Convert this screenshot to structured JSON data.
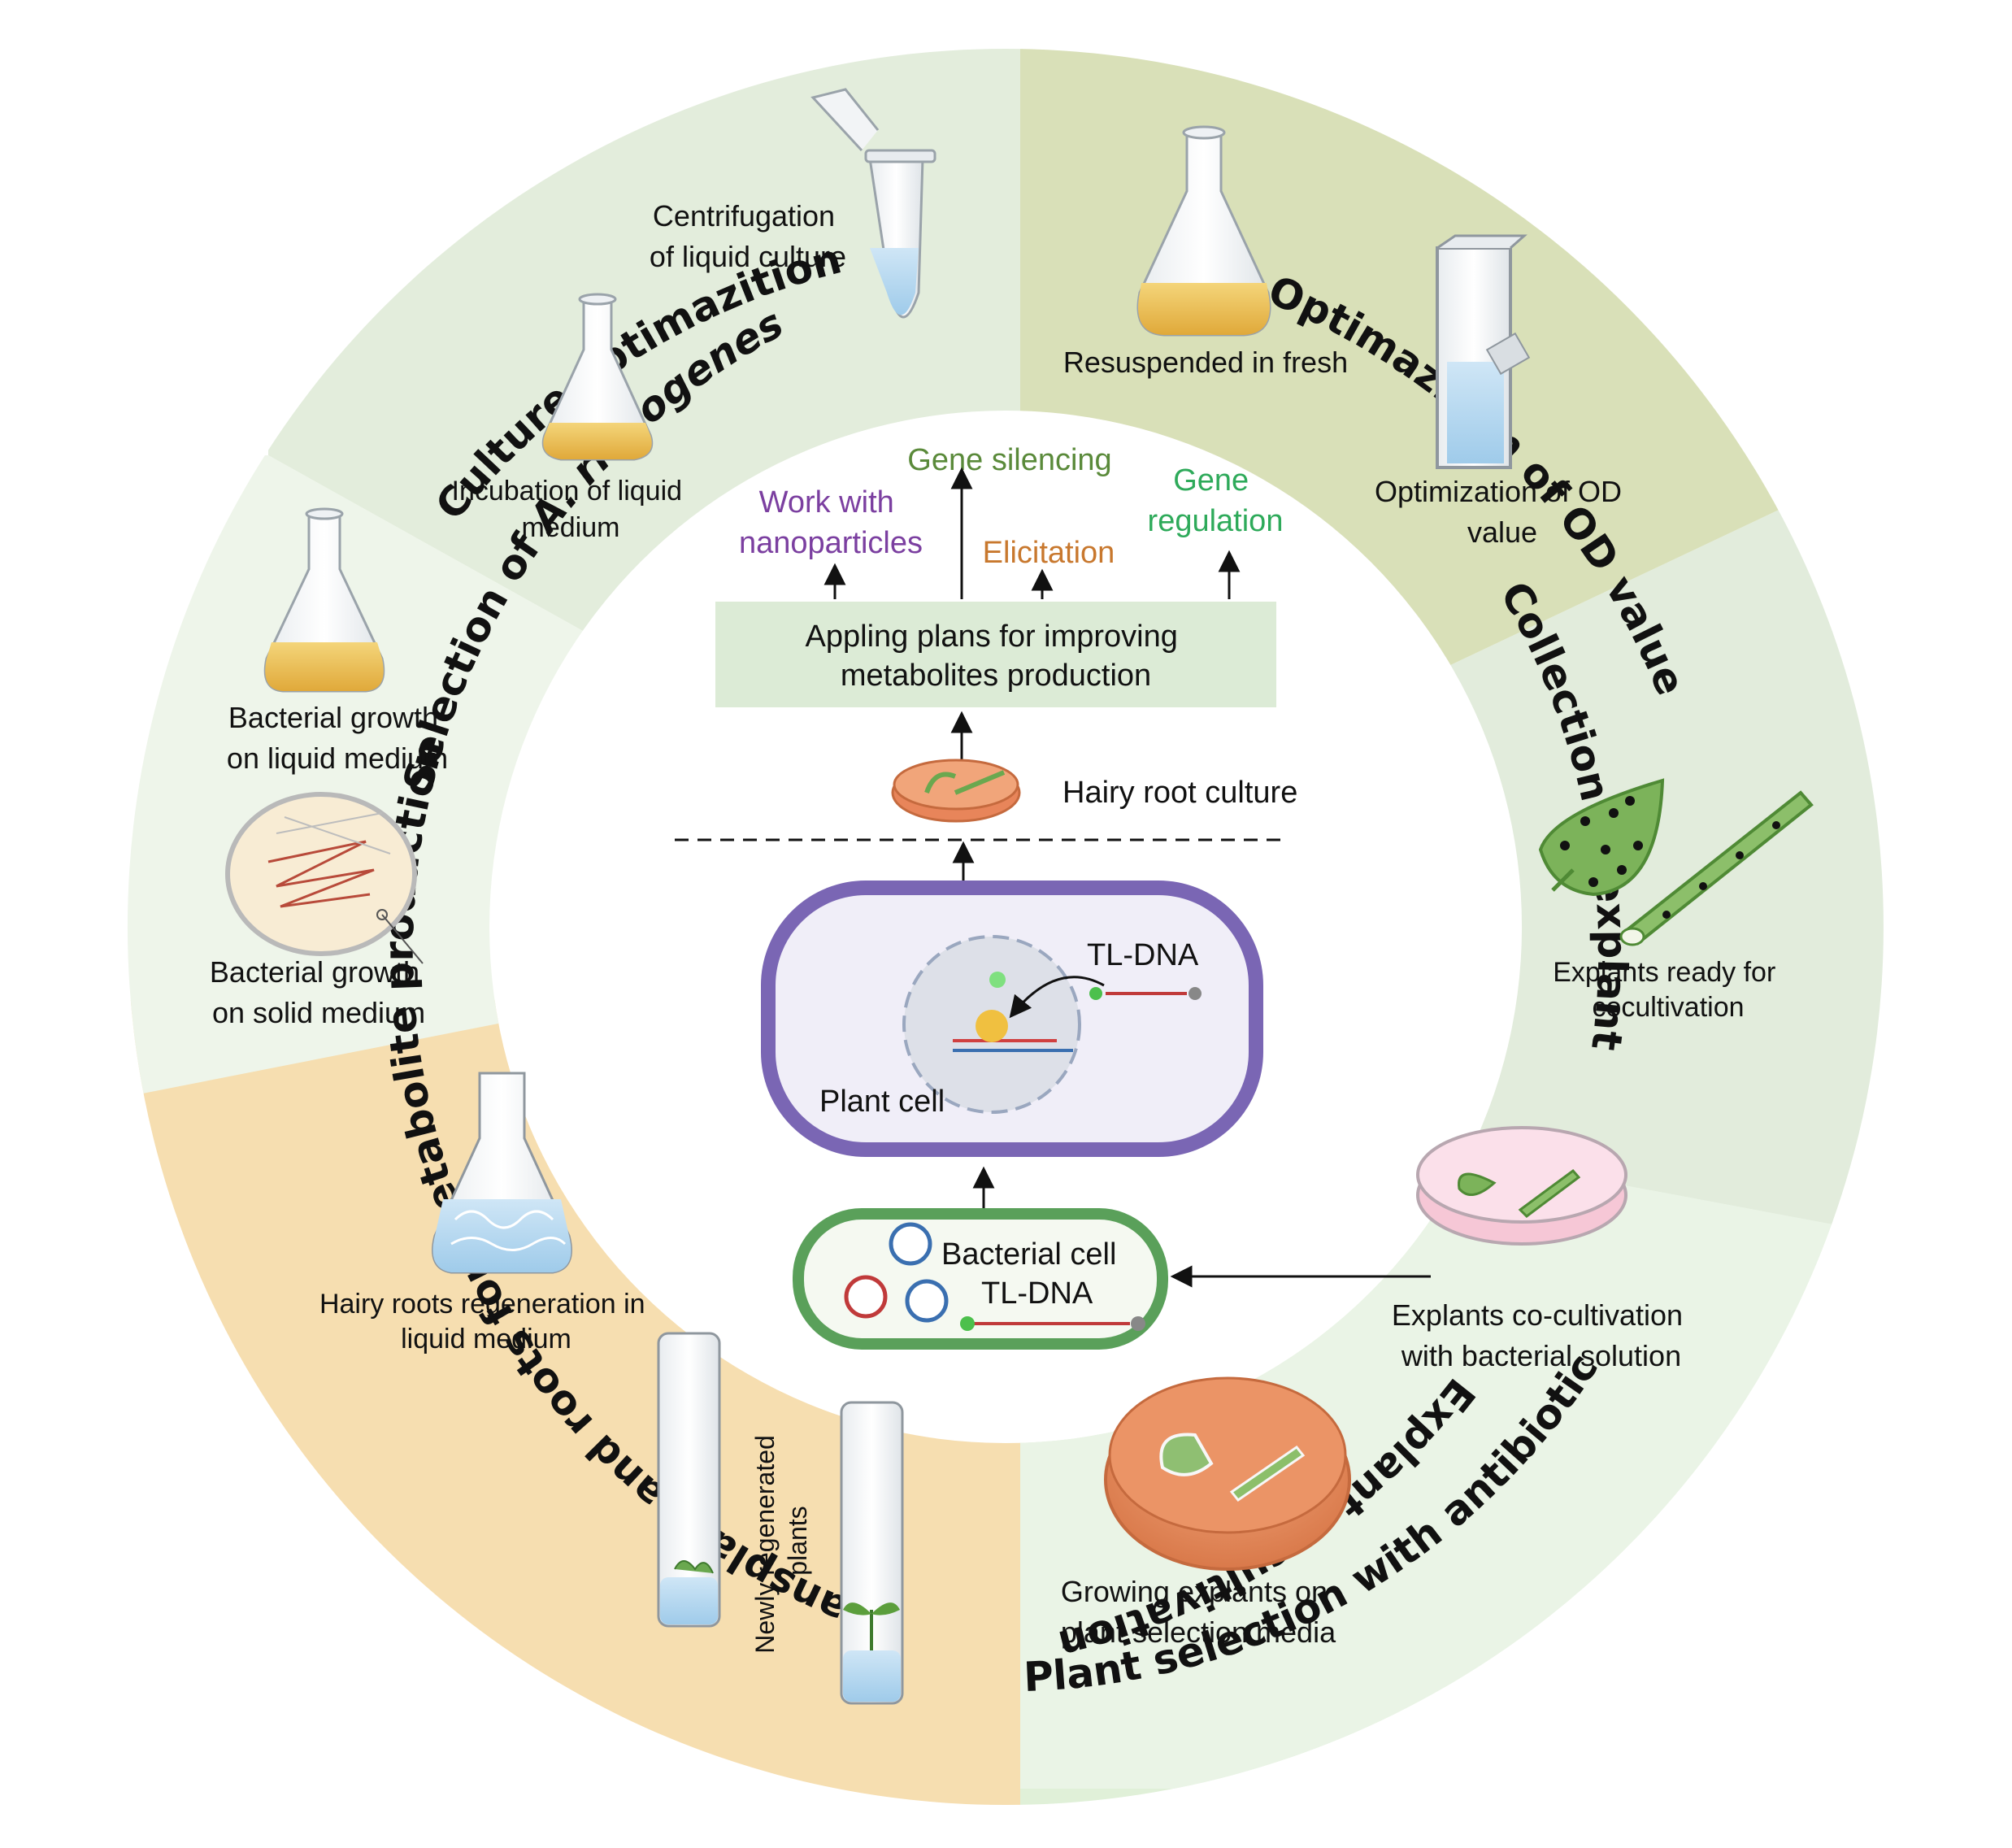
{
  "colors": {
    "ring_culture_opt": "#e3eddc",
    "ring_od": "#d9e0b8",
    "ring_collection": "#e2ecdc",
    "ring_cocult": "#eaf4e6",
    "ring_plant_sel": "#e0f0d8",
    "ring_transplant": "#f6deb0",
    "ring_selection": "#eef5ea",
    "work_nano": "#7b3fa0",
    "gene_silencing": "#5a8a3a",
    "elicitation": "#c8782e",
    "gene_regulation": "#2eaa5a",
    "plant_cell_border": "#7a66b4",
    "bacterial_border": "#5aa05a",
    "plan_box": "#dcebd6"
  },
  "sections": {
    "culture_optimization": {
      "title": "Culture optimazition",
      "icon": "flask-icon"
    },
    "od_optimization": {
      "title": "Optimazition of OD value",
      "icon": "cuvette-icon"
    },
    "collection": {
      "title": "Collection of explant",
      "icon": "leaf-icon"
    },
    "cocultivation": {
      "title": "Explant cocultivation",
      "icon": "petri-dish-icon"
    },
    "plant_selection": {
      "title": "Plant selection with antibiotic",
      "icon": "petri-dish-icon"
    },
    "transplant": {
      "title": "Transplant and roots for metabolite production",
      "icon": "test-tube-icon"
    },
    "selection": {
      "title_prefix": "Selection of",
      "title_species": "A. rhizogenes",
      "icon": "flask-icon"
    }
  },
  "labels": {
    "centrifugation": [
      "Centrifugation",
      "of liquid culture"
    ],
    "incubation": [
      "Incubation of liquid",
      "medium"
    ],
    "resuspended": [
      "Resuspended in fresh"
    ],
    "optimization_od": [
      "Optimization of OD",
      "value"
    ],
    "explants_ready": [
      "Explants ready for",
      "cocultivation"
    ],
    "explants_cocult": [
      "Explants co-cultivation",
      "with bacterial solution"
    ],
    "growing_explants": [
      "Growing explants on",
      "plant selection media"
    ],
    "hairy_regen": [
      "Hairy roots regeneration in",
      "liquid medium"
    ],
    "newly_regenerated": [
      "Newly regenerated",
      "plants"
    ],
    "bacterial_liquid": [
      "Bacterial growth",
      "on liquid medium"
    ],
    "bacterial_solid": [
      "Bacterial growth",
      "on solid medium"
    ]
  },
  "center": {
    "work_nano": [
      "Work with",
      "nanoparticles"
    ],
    "gene_silencing": "Gene silencing",
    "elicitation": "Elicitation",
    "gene_regulation": [
      "Gene",
      "regulation"
    ],
    "plan": [
      "Appling plans for improving",
      "metabolites production"
    ],
    "hairy_root_culture": "Hairy root culture",
    "tl_dna": "TL-DNA",
    "plant_cell": "Plant cell",
    "bacterial_cell": "Bacterial cell"
  }
}
